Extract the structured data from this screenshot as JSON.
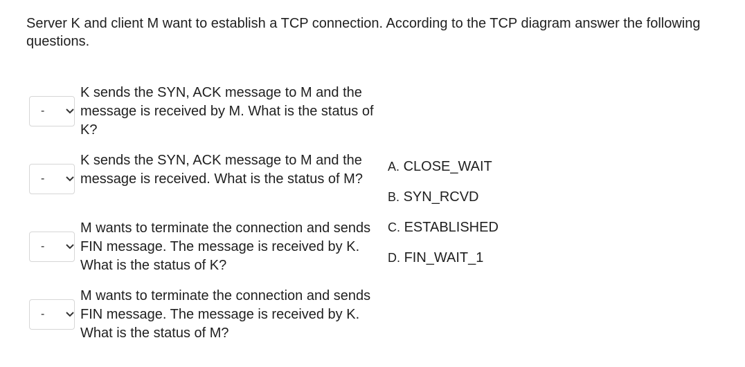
{
  "intro": "Server K and client M want to establish a TCP connection. According to the TCP diagram answer the following questions.",
  "questions": [
    {
      "selected": "-",
      "text": "K sends the SYN, ACK message to M and the message is received by M. What is the status of K?"
    },
    {
      "selected": "-",
      "text": "K sends the SYN, ACK message to M and the message is received. What is the status of M?"
    },
    {
      "selected": "-",
      "text": "M wants to terminate the connection and sends FIN message. The message is received by K. What is the status of K?"
    },
    {
      "selected": "-",
      "text": "M wants to terminate the connection and sends FIN message. The message is received by K. What is the status of M?"
    }
  ],
  "answers": [
    {
      "letter": "A.",
      "text": "CLOSE_WAIT"
    },
    {
      "letter": "B.",
      "text": "SYN_RCVD"
    },
    {
      "letter": "C.",
      "text": "ESTABLISHED"
    },
    {
      "letter": "D.",
      "text": "FIN_WAIT_1"
    }
  ],
  "icons": {
    "dropdown": "chevron-down-icon"
  }
}
